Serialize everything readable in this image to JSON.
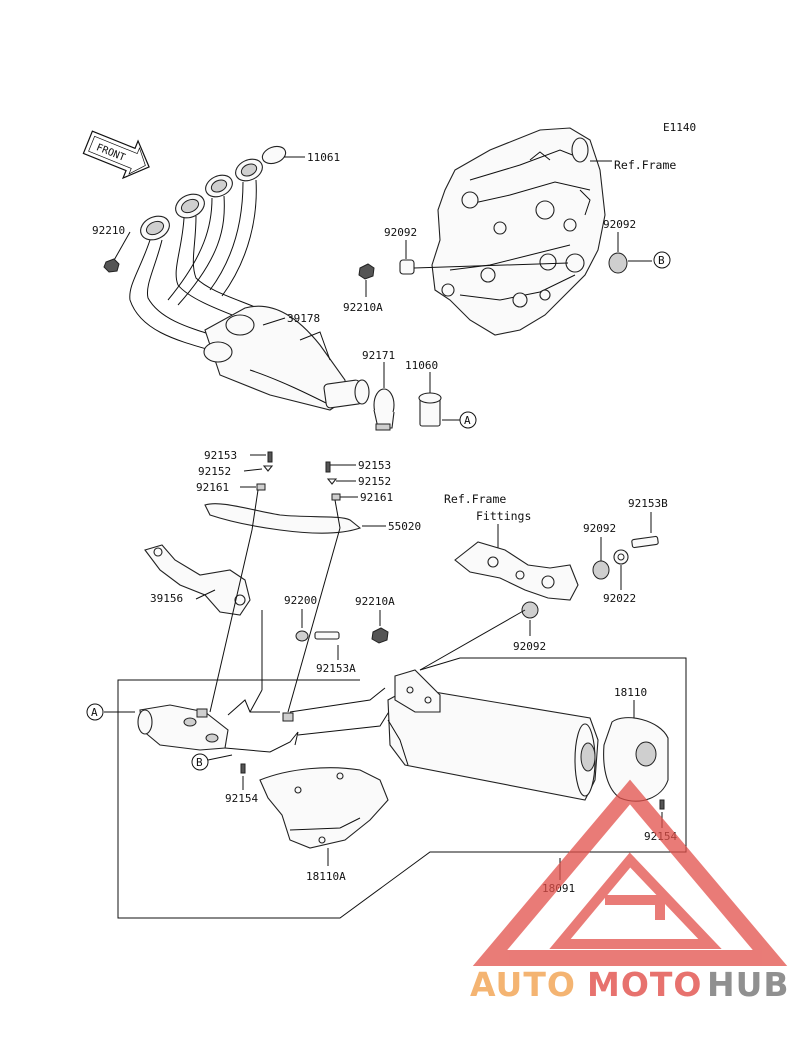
{
  "diagram": {
    "code": "E1140",
    "front_arrow": "FRONT",
    "ref_frame": "Ref.Frame",
    "ref_frame_fittings_line1": "Ref.Frame",
    "ref_frame_fittings_line2": "Fittings",
    "labels": {
      "p11061": "11061",
      "p92210": "92210",
      "p39178": "39178",
      "p92092_top": "92092",
      "p92210A_top": "92210A",
      "p92092_right": "92092",
      "p92171": "92171",
      "p11060": "11060",
      "p92153_left": "92153",
      "p92152_left": "92152",
      "p92161_left": "92161",
      "p92153_right": "92153",
      "p92152_right": "92152",
      "p92161_right": "92161",
      "p55020": "55020",
      "p39156": "39156",
      "p92200": "92200",
      "p92153A": "92153A",
      "p92210A_mid": "92210A",
      "p92153B": "92153B",
      "p92092_bracket": "92092",
      "p92022": "92022",
      "p92092_lower": "92092",
      "p18110": "18110",
      "p92154_left": "92154",
      "p92154_right": "92154",
      "p18110A": "18110A",
      "p18091": "18091"
    },
    "callouts": {
      "a_right": "A",
      "a_left": "A",
      "b_right": "B",
      "b_left": "B"
    }
  },
  "watermark": {
    "part1": "AUTO",
    "part2": "MOTO",
    "part3": "HUB",
    "colors": {
      "auto": "#f3a85a",
      "moto": "#e2504a",
      "hub": "#7d7d7d",
      "triangle": "#e2504a"
    }
  }
}
